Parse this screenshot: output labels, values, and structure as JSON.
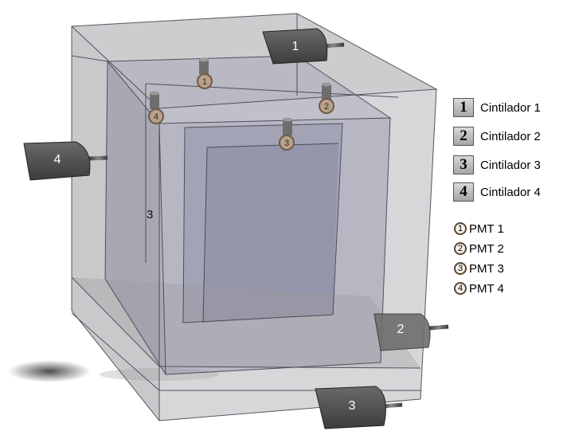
{
  "scintillator_tags": [
    "1",
    "2",
    "3",
    "4"
  ],
  "pmt_tags": [
    "1",
    "2",
    "3",
    "4"
  ],
  "stray_label": "3",
  "legend": {
    "scintillators": [
      {
        "num": "1",
        "label": "Cintilador 1"
      },
      {
        "num": "2",
        "label": "Cintilador 2"
      },
      {
        "num": "3",
        "label": "Cintilador 3"
      },
      {
        "num": "4",
        "label": "Cintilador 4"
      }
    ],
    "pmts": [
      {
        "num": "1",
        "label": "PMT 1"
      },
      {
        "num": "2",
        "label": "PMT 2"
      },
      {
        "num": "3",
        "label": "PMT 3"
      },
      {
        "num": "4",
        "label": "PMT 4"
      }
    ]
  },
  "colors": {
    "outer_box": "#8e8e94",
    "inner_box": "#6b6b8c",
    "edges": "#3c3c48",
    "scintillator_paddle": "#4a4a4a",
    "pmt_ring": "#6e5a46",
    "pmt_fill": "#b8a08a"
  }
}
